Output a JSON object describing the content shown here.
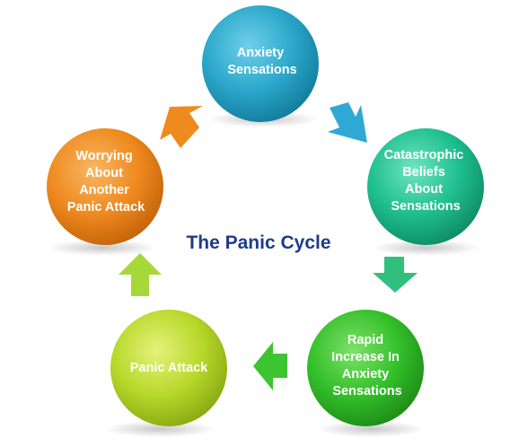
{
  "title": "The Panic Cycle",
  "nodes": [
    {
      "id": "anxiety-sensations",
      "lines": [
        "Anxiety",
        "Sensations"
      ],
      "color": "#2aa7c9"
    },
    {
      "id": "catastrophic-beliefs",
      "lines": [
        "Catastrophic",
        "Beliefs",
        "About",
        "Sensations"
      ],
      "color": "#1fbf8f"
    },
    {
      "id": "rapid-increase",
      "lines": [
        "Rapid",
        "Increase In",
        "Anxiety",
        "Sensations"
      ],
      "color": "#34c02a"
    },
    {
      "id": "panic-attack",
      "lines": [
        "Panic Attack"
      ],
      "color": "#b8d82a"
    },
    {
      "id": "worrying",
      "lines": [
        "Worrying",
        "About",
        "Another",
        "Panic Attack"
      ],
      "color": "#ef8a1e"
    }
  ],
  "arrows": [
    {
      "from": "anxiety-sensations",
      "to": "catastrophic-beliefs",
      "color": "#2fa9d3"
    },
    {
      "from": "catastrophic-beliefs",
      "to": "rapid-increase",
      "color": "#2fc07e"
    },
    {
      "from": "rapid-increase",
      "to": "panic-attack",
      "color": "#3cc431"
    },
    {
      "from": "panic-attack",
      "to": "worrying",
      "color": "#a7d83a"
    },
    {
      "from": "worrying",
      "to": "anxiety-sensations",
      "color": "#ef8a1e"
    }
  ]
}
